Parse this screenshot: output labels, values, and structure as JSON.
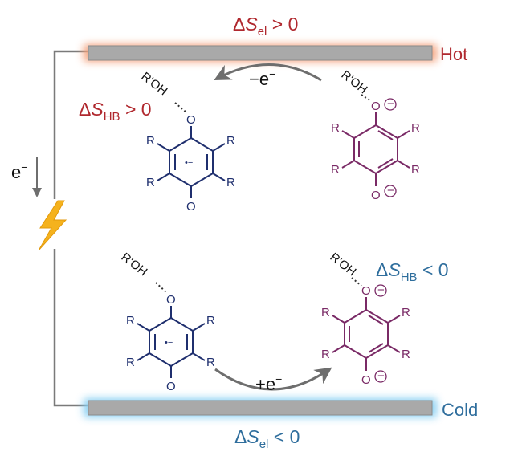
{
  "colors": {
    "hot": "#b0282e",
    "cold": "#2f6e9d",
    "navy": "#1f2f6e",
    "purple": "#7a2a66",
    "circuit": "#7a7a7a",
    "electrode": "#a9a9a9",
    "lightning": "#f5b21d"
  },
  "top": {
    "delta_s_el_hot": {
      "delta": "Δ",
      "S": "S",
      "sub": "el",
      "rest": " > 0"
    },
    "hot_label": "Hot",
    "minus_e": "−e",
    "minus_e_sup": "−",
    "delta_s_hb_hot": {
      "delta": "Δ",
      "S": "S",
      "sub": "HB",
      "rest": " > 0"
    }
  },
  "bottom": {
    "delta_s_el_cold": {
      "delta": "Δ",
      "S": "S",
      "sub": "el",
      "rest": " < 0"
    },
    "cold_label": "Cold",
    "plus_e": "+e",
    "plus_e_sup": "−",
    "delta_s_hb_cold": {
      "delta": "Δ",
      "S": "S",
      "sub": "HB",
      "rest": " < 0"
    }
  },
  "circuit": {
    "electron": "e",
    "electron_sup": "−",
    "lightning_icon": "lightning-bolt-icon"
  },
  "molecules": {
    "alcohol": "R'OH",
    "oxygen": "O",
    "r_group": "R",
    "radical_anion": "•−",
    "minus_charge": "−"
  }
}
